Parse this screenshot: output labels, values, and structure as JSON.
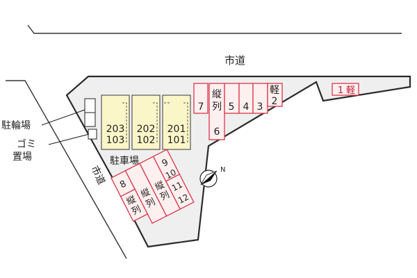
{
  "roads": {
    "top": "市道",
    "left": "市道"
  },
  "labels": {
    "bicycle_parking": "駐輪場",
    "garbage_line1": "ゴミ",
    "garbage_line2": "置場",
    "car_parking": "駐車場"
  },
  "units": {
    "top": [
      "203",
      "202",
      "201"
    ],
    "bottom": [
      "103",
      "102",
      "101"
    ]
  },
  "spaces": {
    "s1": "1",
    "s1_type": "軽",
    "s2": "2",
    "s2_type": "軽",
    "s3": "3",
    "s4": "4",
    "s5": "5",
    "s6": "6",
    "s6_type1": "縦",
    "s6_type2": "列",
    "s7": "7",
    "s8": "8",
    "s8_type1": "縦",
    "s8_type2": "列",
    "s9": "9",
    "s10": "10",
    "s11": "11",
    "s12": "12",
    "s10_type1": "縦",
    "s10_type2": "列",
    "s12_type1": "縦",
    "s12_type2": "列"
  },
  "compass": {
    "north": "N"
  }
}
